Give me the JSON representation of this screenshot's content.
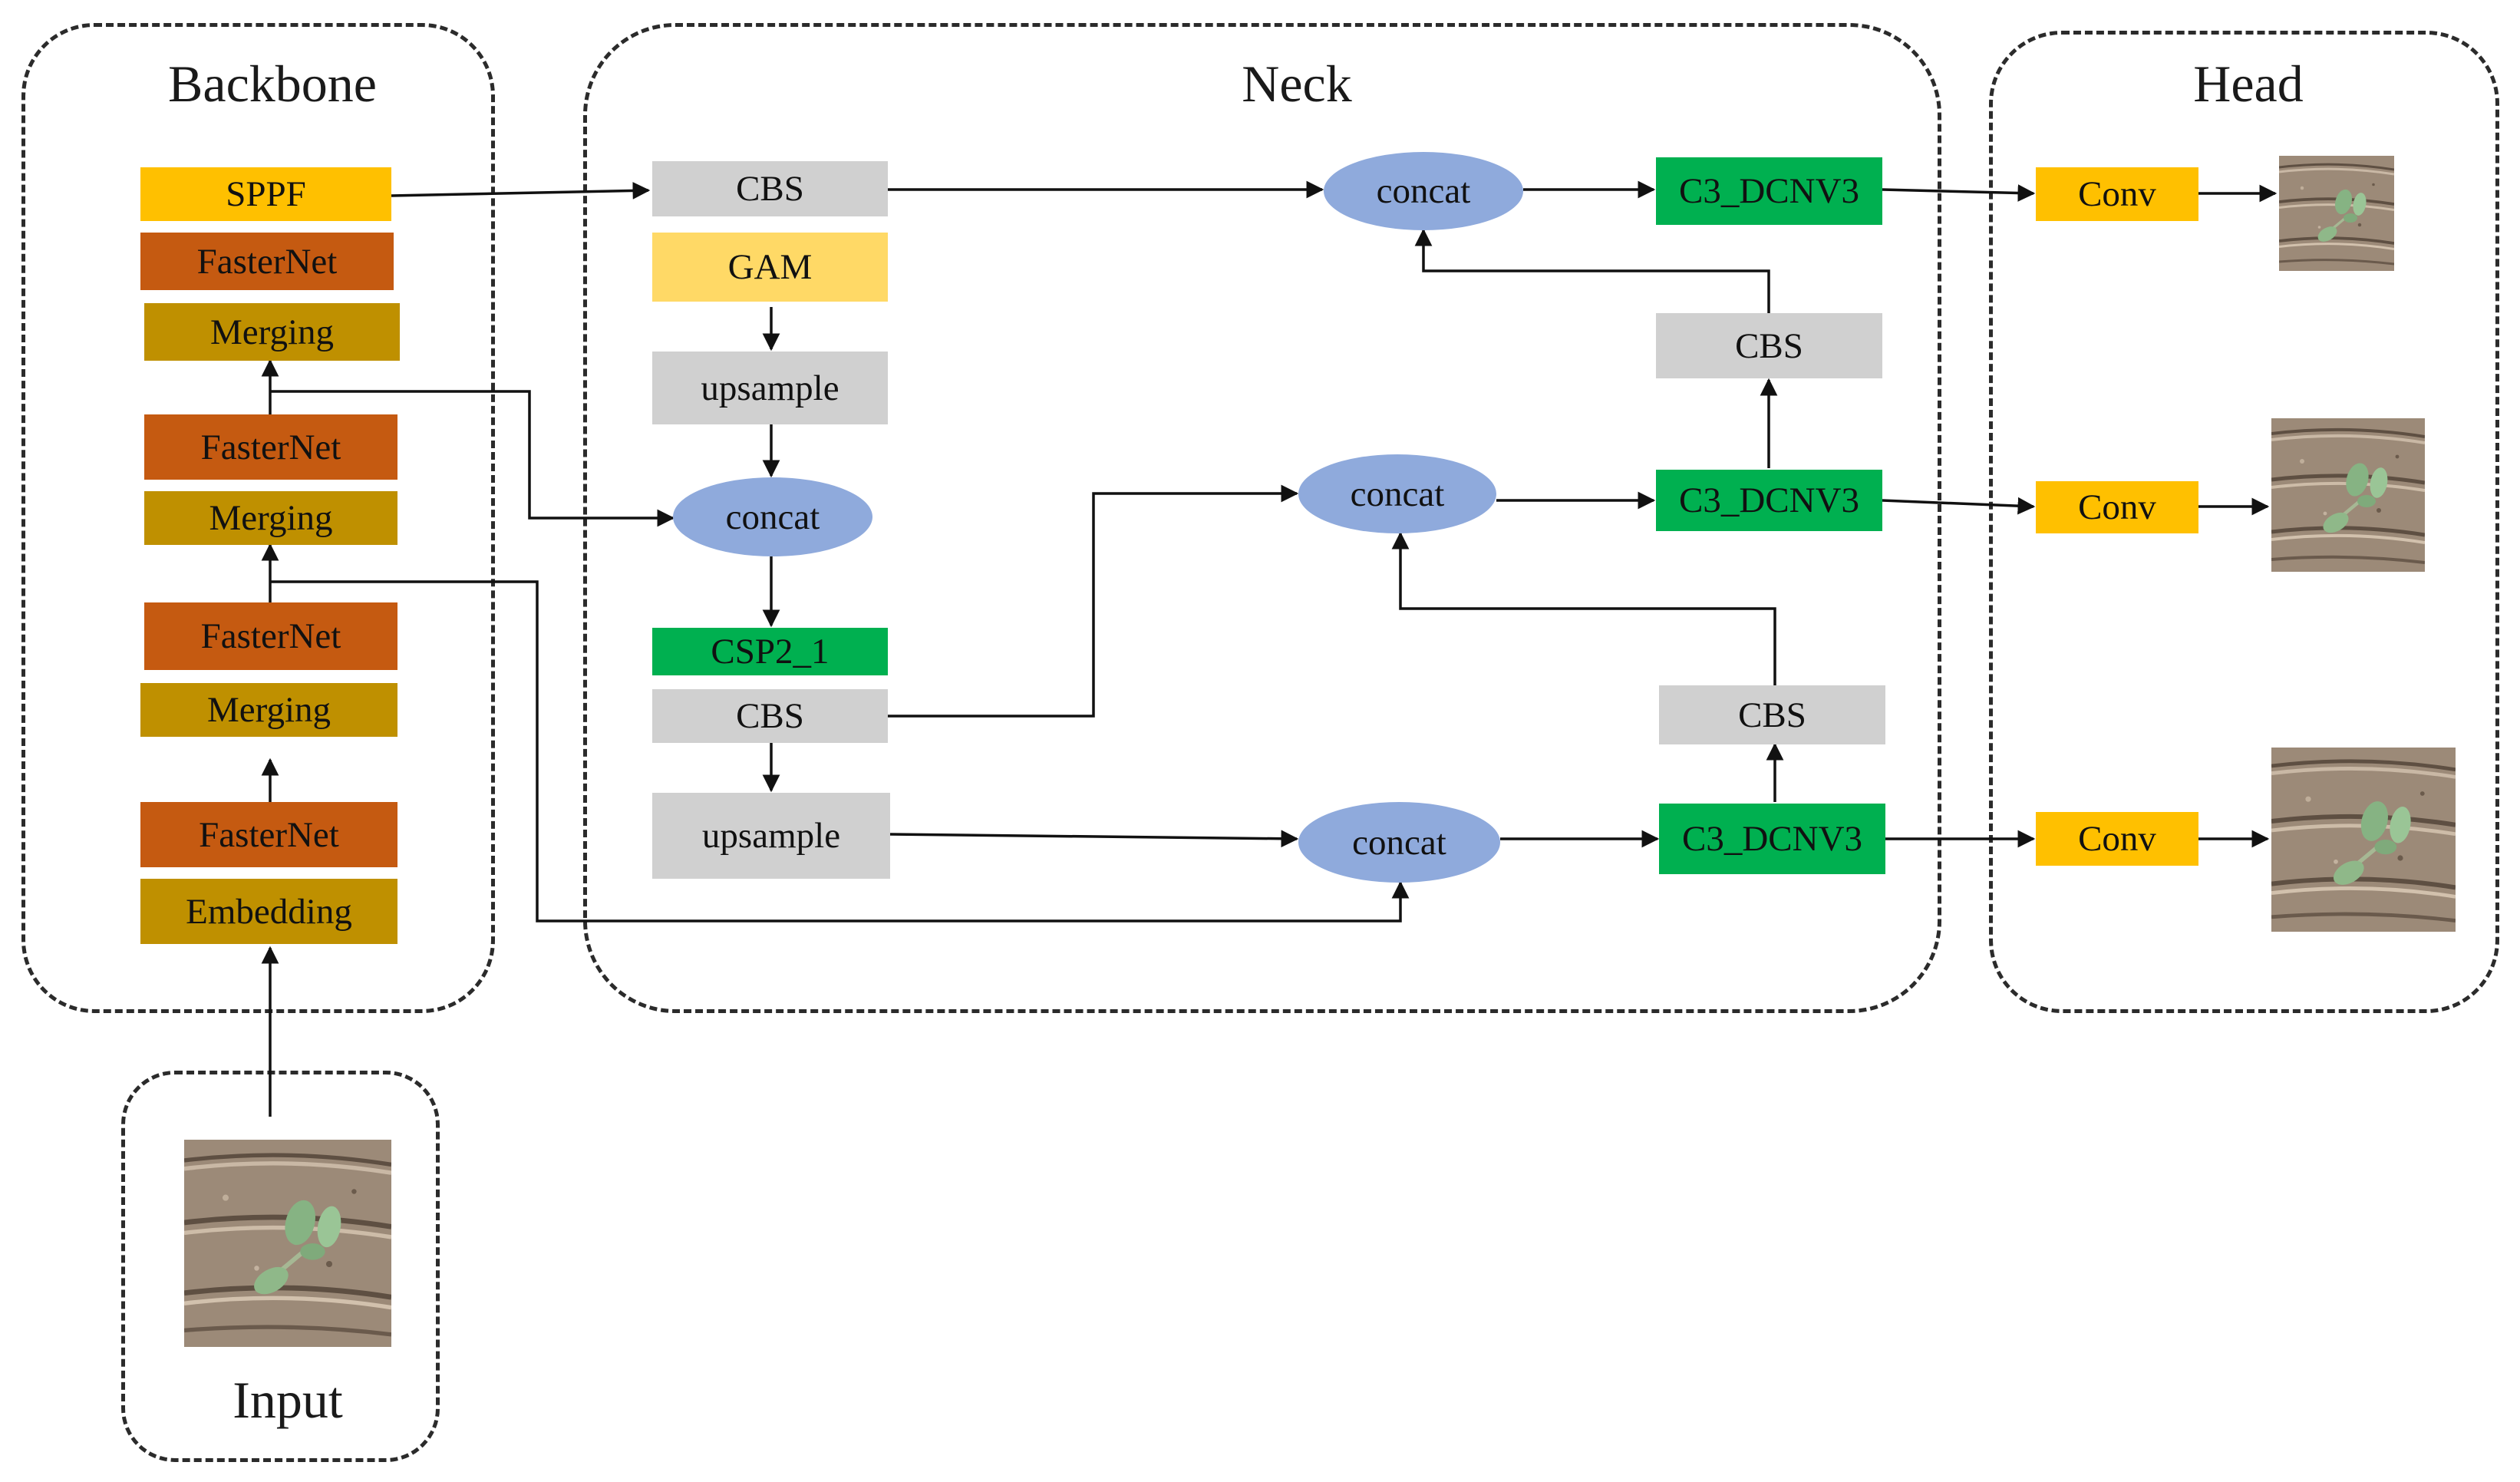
{
  "colors": {
    "orange_yellow": "#FFC000",
    "light_yellow": "#FFD966",
    "rust": "#C55A11",
    "ochre": "#BF9000",
    "gray": "#D0D0D0",
    "green": "#00B050",
    "ellipse_blue": "#8FAADC",
    "line": "#111111"
  },
  "sections": {
    "backbone": "Backbone",
    "neck": "Neck",
    "head": "Head",
    "input": "Input"
  },
  "backbone": {
    "sppf": "SPPF",
    "fasternet_1": "FasterNet",
    "merging_1": "Merging",
    "fasternet_2": "FasterNet",
    "merging_2": "Merging",
    "fasternet_3": "FasterNet",
    "merging_3": "Merging",
    "fasternet_4": "FasterNet",
    "embedding": "Embedding"
  },
  "neck": {
    "cbs_top": "CBS",
    "gam": "GAM",
    "upsample_1": "upsample",
    "concat_left": "concat",
    "csp2_1": "CSP2_1",
    "cbs_mid": "CBS",
    "upsample_2": "upsample",
    "concat_top": "concat",
    "concat_mid": "concat",
    "concat_bottom": "concat",
    "c3_top": "C3_DCNV3",
    "c3_mid": "C3_DCNV3",
    "c3_bottom": "C3_DCNV3",
    "cbs_right_upper": "CBS",
    "cbs_right_lower": "CBS"
  },
  "head": {
    "conv_1": "Conv",
    "conv_2": "Conv",
    "conv_3": "Conv"
  }
}
